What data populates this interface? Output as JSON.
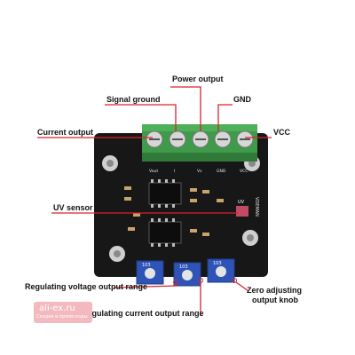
{
  "labels": {
    "power_output": "Power output",
    "signal_ground": "Signal ground",
    "gnd": "GND",
    "current_output": "Current output",
    "vcc": "VCC",
    "uv_sensor": "UV sensor",
    "regulating_voltage": "Regulating voltage output range",
    "regulating_current": "Regulating current output range",
    "zero_adjusting_line1": "Zero adjusting",
    "zero_adjusting_line2": "output knob"
  },
  "board": {
    "pin_labels": [
      "Vout",
      "I",
      "Vs",
      "GND",
      "VCC"
    ],
    "uv_chip_text": "UV",
    "brand_text": "VDEMAN",
    "pot_text": [
      "103",
      "103",
      "103"
    ]
  },
  "watermark": {
    "site": "ali-ex.ru",
    "tagline": "Скидки и промо-коды"
  },
  "colors": {
    "board": "#171717",
    "terminal": "#3f9a4a",
    "potentiometer": "#2f54b8",
    "callout_line": "#d9232d",
    "watermark": "#f3b9bf"
  }
}
